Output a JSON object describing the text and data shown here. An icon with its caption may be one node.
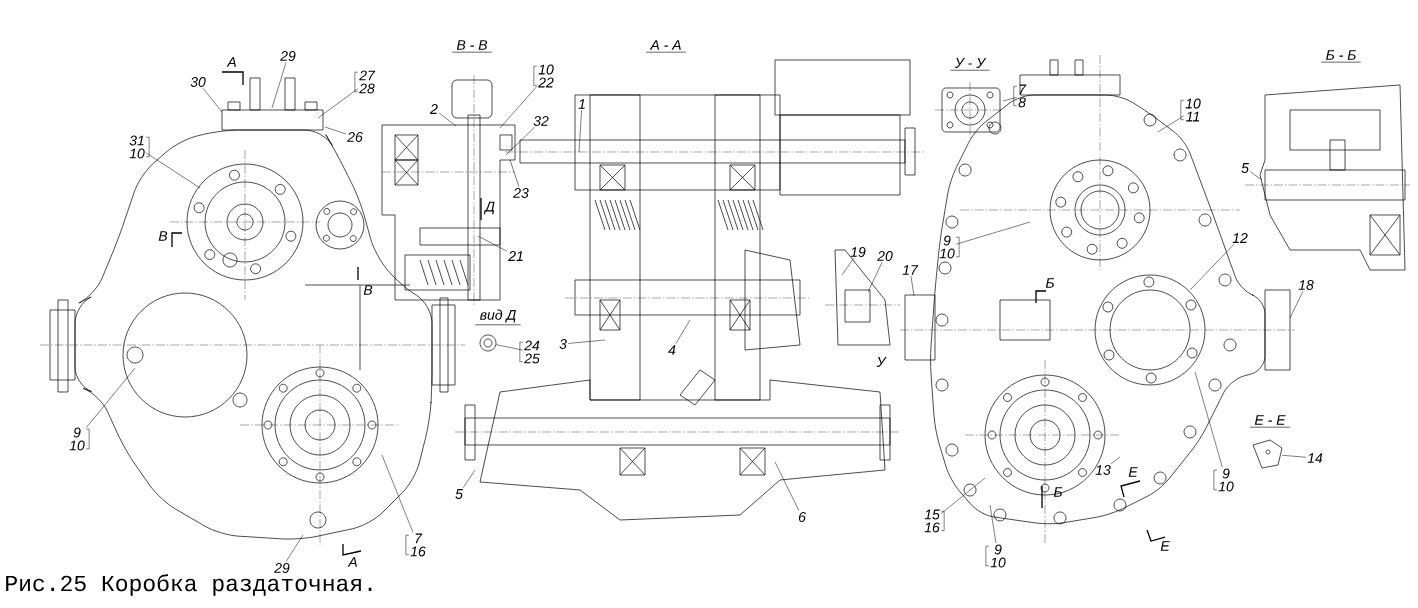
{
  "diagram": {
    "caption": "Рис.25 Коробка раздаточная.",
    "nodes": [
      {
        "text": [
          "30"
        ]
      },
      {
        "text": [
          "29"
        ]
      },
      {
        "text": [
          "27",
          "28"
        ]
      },
      {
        "text": [
          "26"
        ]
      },
      {
        "text": [
          "31",
          "10"
        ]
      },
      {
        "text": [
          "9",
          "10"
        ]
      },
      {
        "text": [
          "29"
        ]
      },
      {
        "text": [
          "7",
          "16"
        ]
      },
      {
        "text": [
          "2"
        ]
      },
      {
        "text": [
          "10",
          "22"
        ]
      },
      {
        "text": [
          "32"
        ]
      },
      {
        "text": [
          "23"
        ]
      },
      {
        "text": [
          "21"
        ]
      },
      {
        "text": [
          "24",
          "25"
        ]
      },
      {
        "text": [
          "1"
        ]
      },
      {
        "text": [
          "3"
        ]
      },
      {
        "text": [
          "4"
        ]
      },
      {
        "text": [
          "5"
        ]
      },
      {
        "text": [
          "6"
        ]
      },
      {
        "text": [
          "19"
        ]
      },
      {
        "text": [
          "20"
        ]
      },
      {
        "text": [
          "17"
        ]
      },
      {
        "text": [
          "7",
          "8"
        ]
      },
      {
        "text": [
          "10",
          "11"
        ]
      },
      {
        "text": [
          "9",
          "10"
        ]
      },
      {
        "text": [
          "12"
        ]
      },
      {
        "text": [
          "18"
        ]
      },
      {
        "text": [
          "13"
        ]
      },
      {
        "text": [
          "15",
          "16"
        ]
      },
      {
        "text": [
          "9",
          "10"
        ]
      },
      {
        "text": [
          "9",
          "10"
        ]
      },
      {
        "text": [
          "14"
        ]
      },
      {
        "text": [
          "5"
        ]
      },
      {
        "text": [],
        "shape": "circle"
      },
      {
        "text": [],
        "shape": "picture"
      }
    ],
    "edges": [
      {
        "from": 0,
        "to": null,
        "arrow": "none"
      },
      {
        "from": 1,
        "to": null,
        "arrow": "none"
      },
      {
        "from": 2,
        "to": null,
        "arrow": "none"
      },
      {
        "from": 3,
        "to": null,
        "arrow": "none"
      },
      {
        "from": 4,
        "to": null,
        "arrow": "none"
      },
      {
        "from": 5,
        "to": null,
        "arrow": "none"
      },
      {
        "from": 6,
        "to": null,
        "arrow": "none"
      },
      {
        "from": 7,
        "to": null,
        "arrow": "none"
      },
      {
        "from": 8,
        "to": null,
        "arrow": "none"
      },
      {
        "from": 9,
        "to": null,
        "arrow": "none"
      },
      {
        "from": 10,
        "to": null,
        "arrow": "none"
      },
      {
        "from": 11,
        "to": null,
        "arrow": "none"
      },
      {
        "from": 12,
        "to": null,
        "arrow": "none"
      },
      {
        "from": 13,
        "to": 33,
        "arrow": "none"
      },
      {
        "from": 14,
        "to": null,
        "arrow": "none"
      },
      {
        "from": 15,
        "to": null,
        "arrow": "none"
      },
      {
        "from": 16,
        "to": null,
        "arrow": "none"
      },
      {
        "from": 17,
        "to": null,
        "arrow": "none"
      },
      {
        "from": 18,
        "to": null,
        "arrow": "none"
      },
      {
        "from": 19,
        "to": null,
        "arrow": "none"
      },
      {
        "from": 20,
        "to": null,
        "arrow": "none"
      },
      {
        "from": 21,
        "to": null,
        "arrow": "none"
      },
      {
        "from": 22,
        "to": null,
        "arrow": "none"
      },
      {
        "from": 23,
        "to": null,
        "arrow": "none"
      },
      {
        "from": 24,
        "to": null,
        "arrow": "none"
      },
      {
        "from": 25,
        "to": null,
        "arrow": "none"
      },
      {
        "from": 26,
        "to": null,
        "arrow": "none"
      },
      {
        "from": 27,
        "to": null,
        "arrow": "none"
      },
      {
        "from": 28,
        "to": null,
        "arrow": "none"
      },
      {
        "from": 29,
        "to": null,
        "arrow": "none"
      },
      {
        "from": 30,
        "to": null,
        "arrow": "none"
      },
      {
        "from": 31,
        "to": 34,
        "arrow": "none"
      },
      {
        "from": 32,
        "to": null,
        "arrow": "none"
      }
    ],
    "labels": [
      "А",
      "В - В",
      "А - А",
      "У - У",
      "Б - Б",
      "Д",
      "В",
      "Б",
      "В",
      "вид Д",
      "У",
      "Е - Е",
      "Е",
      "Б",
      "Е",
      "А"
    ]
  }
}
